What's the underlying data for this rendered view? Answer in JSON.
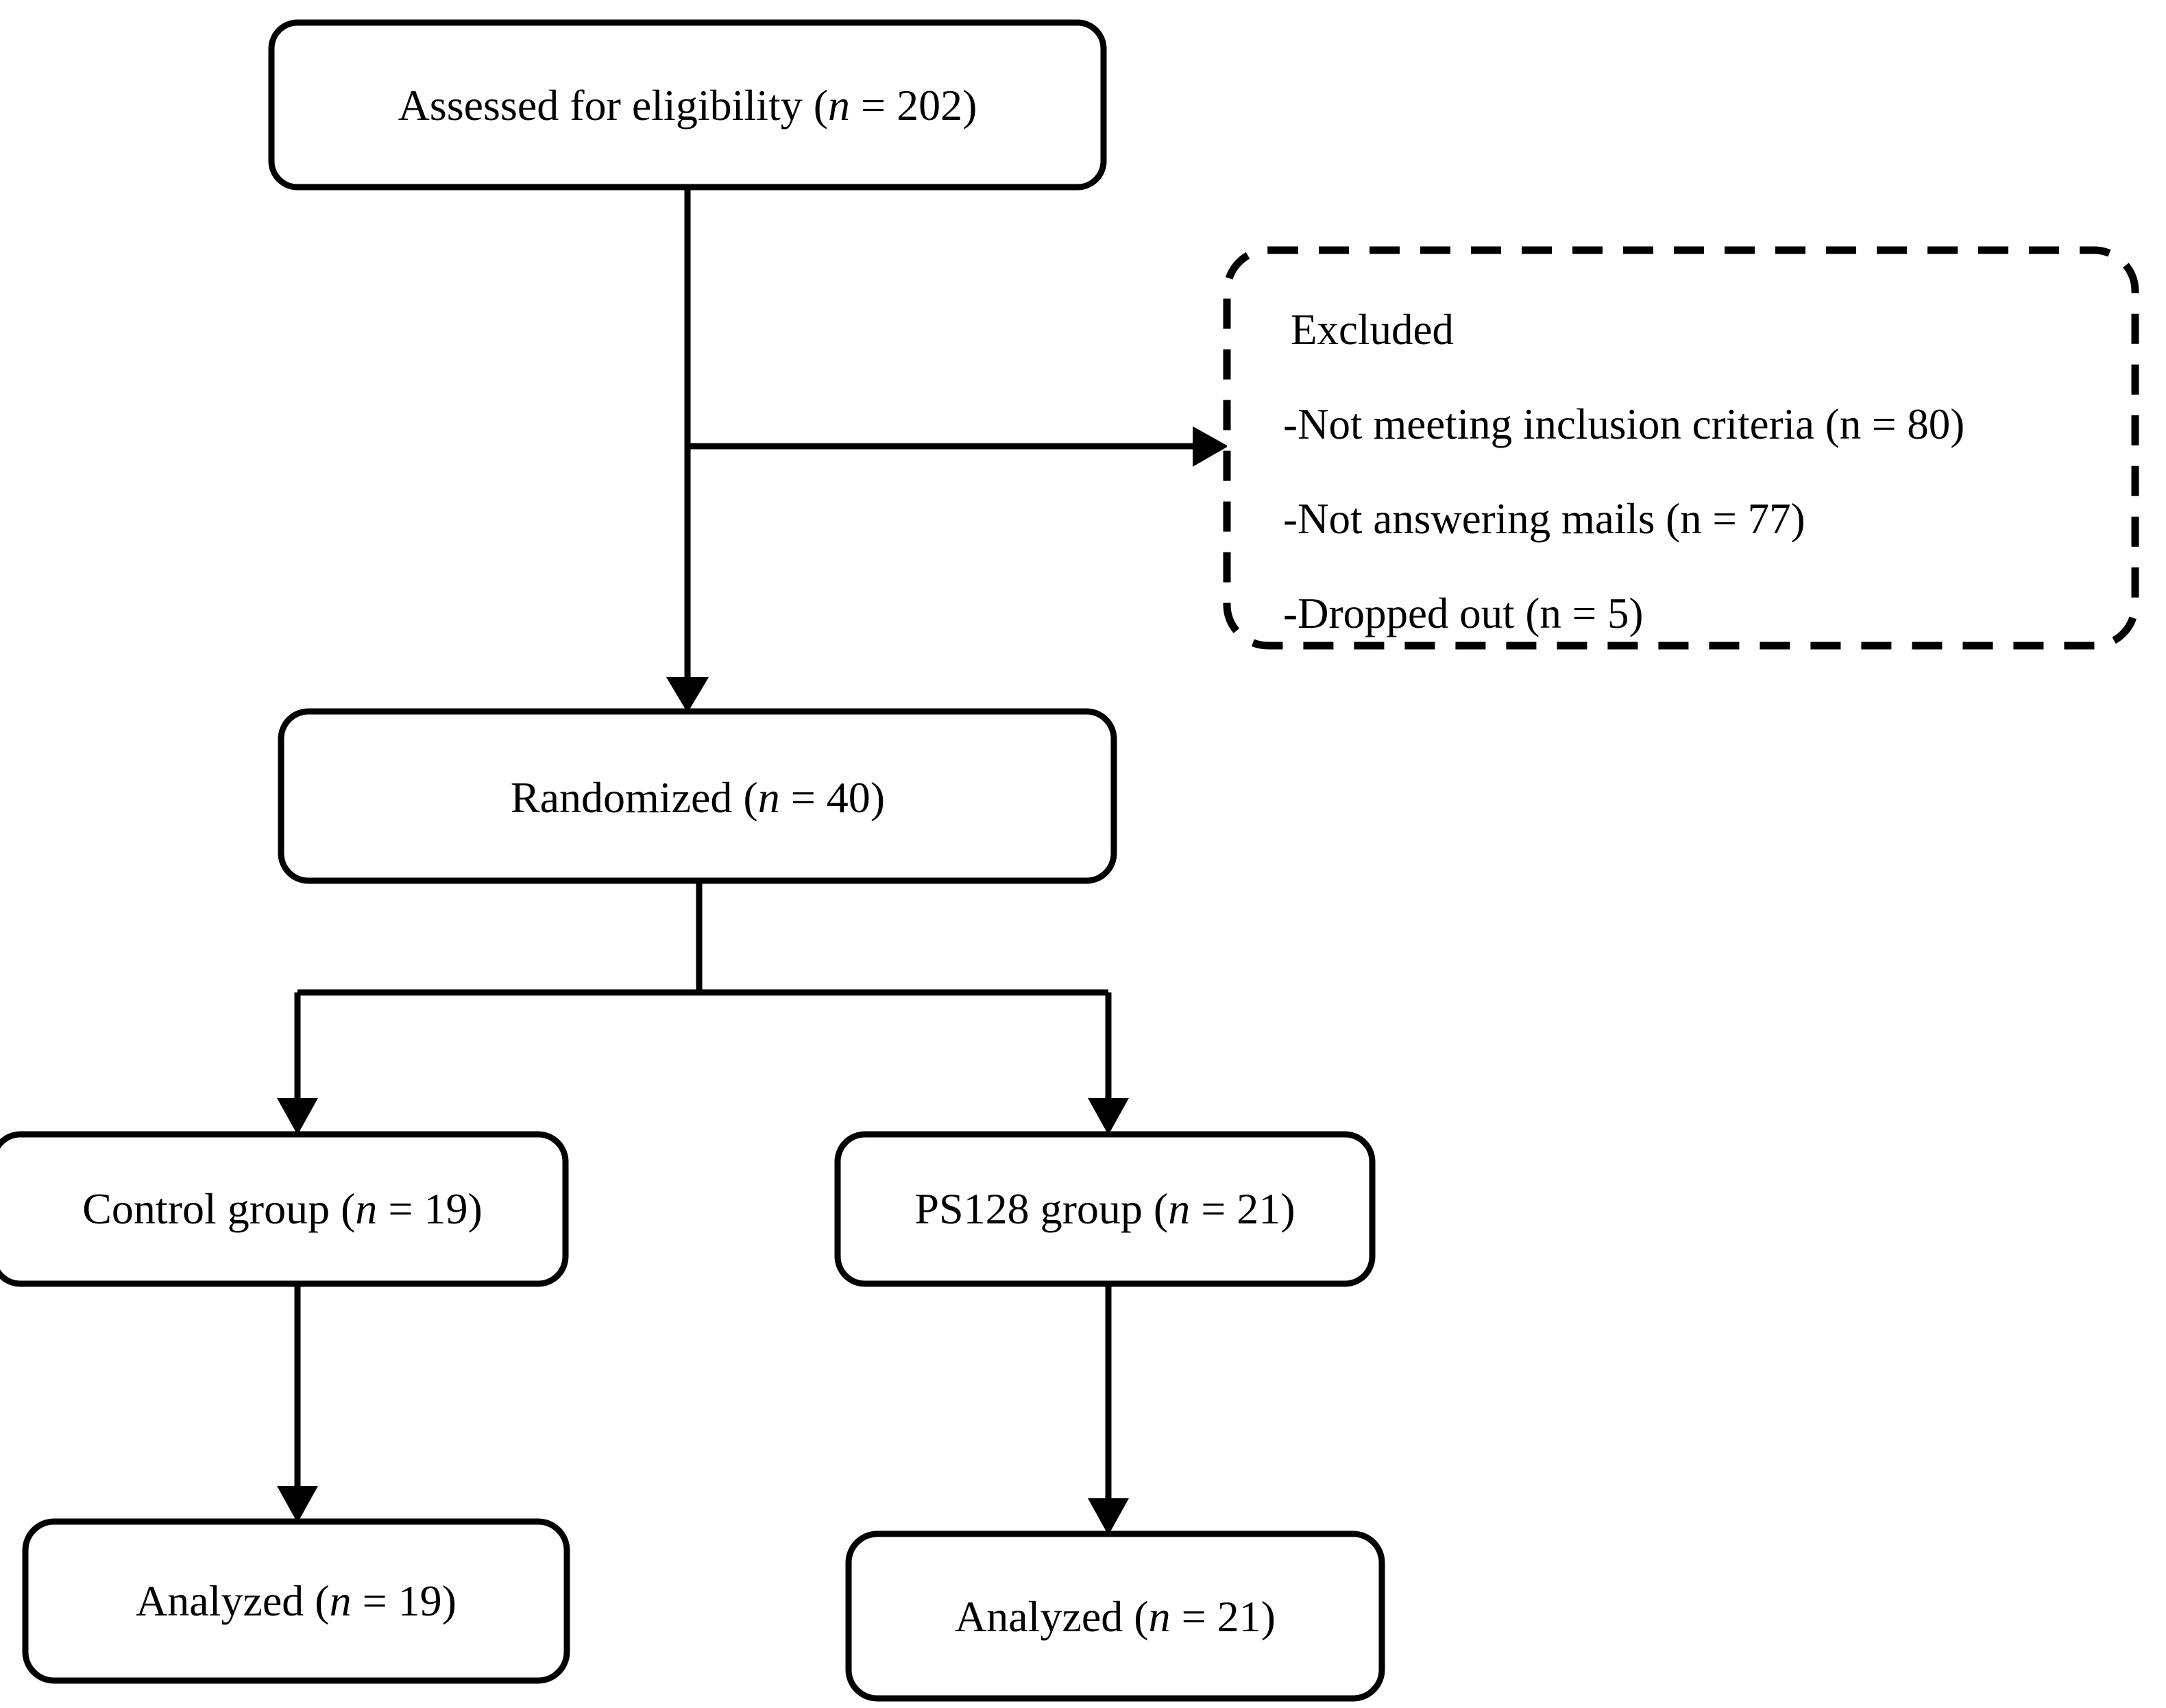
{
  "diagram": {
    "type": "consort-flow-diagram",
    "title": "CONSORT participant flow diagram",
    "colors": {
      "background": "#ffffff",
      "stroke": "#000000",
      "text": "#000000",
      "box_fill": "#ffffff"
    },
    "nodes": [
      {
        "id": "assessed",
        "name": "assessed-for-eligibility-box",
        "border": "solid",
        "label_prefix": "Assessed for eligibility (",
        "label_var": "n",
        "label_eq": " = ",
        "label_value": "202",
        "label_suffix": ")",
        "full_text": "Assessed for eligibility (n = 202)"
      },
      {
        "id": "randomized",
        "name": "randomized-box",
        "border": "solid",
        "label_prefix": "Randomized (",
        "label_var": "n",
        "label_eq": " = ",
        "label_value": "40",
        "label_suffix": ")",
        "full_text": "Randomized (n = 40)"
      },
      {
        "id": "control-group",
        "name": "control-group-box",
        "border": "solid",
        "label_prefix": "Control group (",
        "label_var": "n",
        "label_eq": " = ",
        "label_value": "19",
        "label_suffix": ")",
        "full_text": "Control group (n = 19)"
      },
      {
        "id": "ps128-group",
        "name": "ps128-group-box",
        "border": "solid",
        "label_prefix": "PS128 group (",
        "label_var": "n",
        "label_eq": " = ",
        "label_value": "21",
        "label_suffix": ")",
        "full_text": "PS128 group (n = 21)"
      },
      {
        "id": "analyzed-control",
        "name": "analyzed-control-box",
        "border": "solid",
        "label_prefix": "Analyzed (",
        "label_var": "n",
        "label_eq": " = ",
        "label_value": "19",
        "label_suffix": ")",
        "full_text": "Analyzed (n = 19)"
      },
      {
        "id": "analyzed-ps128",
        "name": "analyzed-ps128-box",
        "border": "solid",
        "label_prefix": "Analyzed (",
        "label_var": "n",
        "label_eq": " = ",
        "label_value": "21",
        "label_suffix": ")",
        "full_text": "Analyzed (n = 21)"
      }
    ],
    "excluded_box": {
      "id": "excluded",
      "name": "excluded-box",
      "border": "dashed",
      "heading": "Excluded",
      "reasons": [
        {
          "prefix": "-Not meeting inclusion criteria (",
          "var": "n",
          "eq": " = ",
          "value": "80",
          "suffix": ")",
          "full_text": "-Not meeting inclusion criteria (n = 80)"
        },
        {
          "prefix": "-Not answering mails (",
          "var": "n",
          "eq": " = ",
          "value": "77",
          "suffix": ")",
          "full_text": "-Not answering mails (n = 77)"
        },
        {
          "prefix": "-Dropped out (",
          "var": "n",
          "eq": " = ",
          "value": "5",
          "suffix": ")",
          "full_text": "-Dropped out (n = 5)"
        }
      ]
    },
    "connectors": [
      {
        "id": "assessed-to-randomized",
        "name": "connector-assessed-to-randomized",
        "from": "assessed",
        "to": "randomized",
        "arrow": true
      },
      {
        "id": "assessed-to-excluded",
        "name": "connector-assessed-to-excluded",
        "from": "assessed",
        "to": "excluded",
        "arrow": true
      },
      {
        "id": "randomized-to-control",
        "name": "connector-randomized-to-control",
        "from": "randomized",
        "to": "control-group",
        "arrow": true
      },
      {
        "id": "randomized-to-ps128",
        "name": "connector-randomized-to-ps128",
        "from": "randomized",
        "to": "ps128-group",
        "arrow": true
      },
      {
        "id": "control-to-analyzed",
        "name": "connector-control-to-analyzed",
        "from": "control-group",
        "to": "analyzed-control",
        "arrow": true
      },
      {
        "id": "ps128-to-analyzed",
        "name": "connector-ps128-to-analyzed",
        "from": "ps128-group",
        "to": "analyzed-ps128",
        "arrow": true
      }
    ]
  }
}
